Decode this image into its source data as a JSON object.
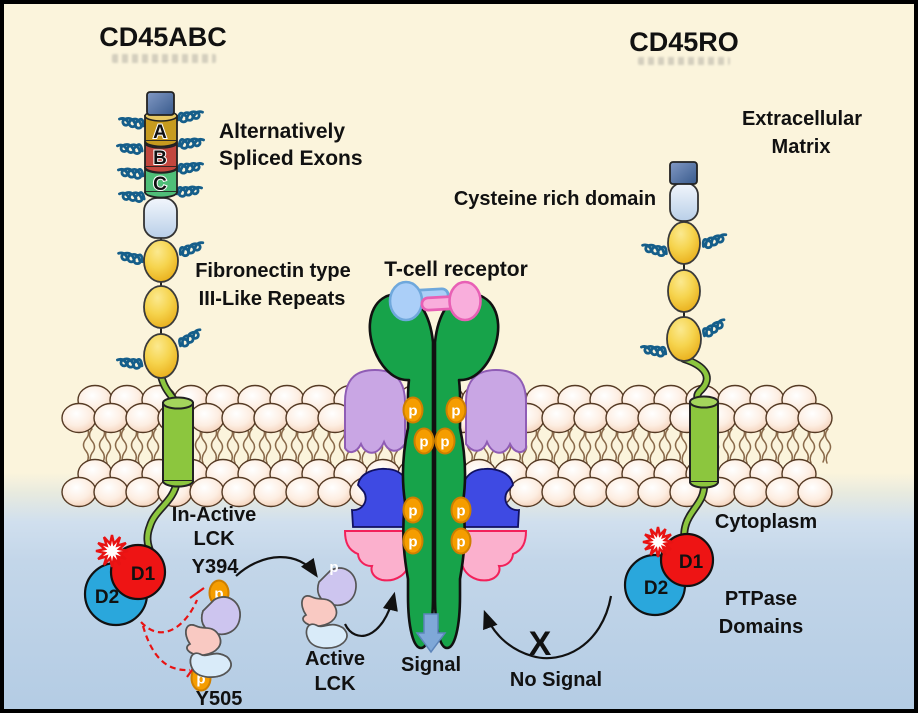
{
  "titles": {
    "left": "CD45ABC",
    "right": "CD45RO"
  },
  "labels": {
    "alt_spliced_1": "Alternatively",
    "alt_spliced_2": "Spliced Exons",
    "extracellular_1": "Extracellular",
    "extracellular_2": "Matrix",
    "cysteine": "Cysteine rich domain",
    "fibronectin_1": "Fibronectin type",
    "fibronectin_2": "III-Like Repeats",
    "tcr": "T-cell receptor",
    "inactive_lck_1": "In-Active",
    "inactive_lck_2": "LCK",
    "y394": "Y394",
    "y505": "Y505",
    "active_lck_1": "Active",
    "active_lck_2": "LCK",
    "signal": "Signal",
    "no_signal": "No Signal",
    "cytoplasm": "Cytoplasm",
    "ptpase_1": "PTPase",
    "ptpase_2": "Domains",
    "d1": "D1",
    "d2": "D2",
    "x_mark": "X",
    "p": "p"
  },
  "exons": [
    "A",
    "B",
    "C"
  ],
  "colors": {
    "title": "#1d4e9e",
    "d1": "#ee1414",
    "d2": "#2aa7dc",
    "phospho": "#f59d00",
    "tcr_green": "#17a34a",
    "membrane_anchor": "#8cc63e",
    "signal_arrow": "#7fa8d8",
    "inhibit": "#e81313",
    "x_mark": "#f01414"
  }
}
